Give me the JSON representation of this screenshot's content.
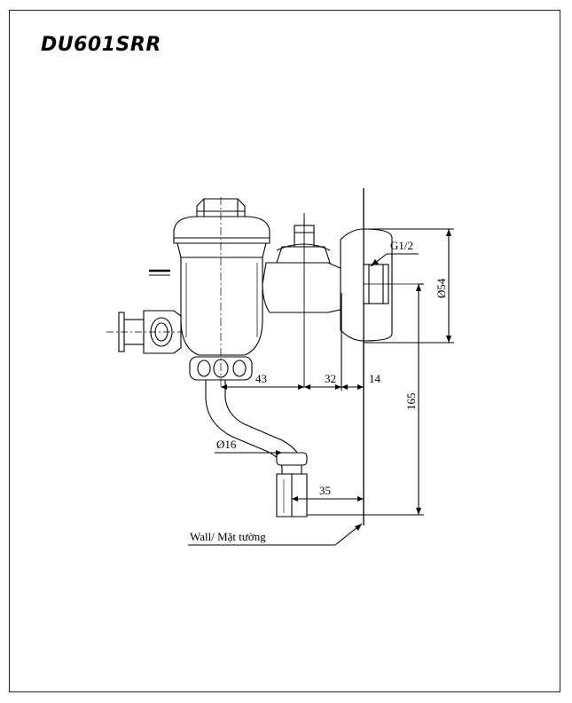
{
  "title": "DU601SRR",
  "labels": {
    "thread": "G1/2",
    "flange_diameter": "Ø54",
    "pipe_diameter": "Ø16",
    "wall": "Wall/ Mặt tường"
  },
  "dimensions": {
    "d43": "43",
    "d32": "32",
    "d14": "14",
    "d165": "165",
    "d35": "35"
  },
  "colors": {
    "line": "#000000",
    "frame": "#222222"
  }
}
